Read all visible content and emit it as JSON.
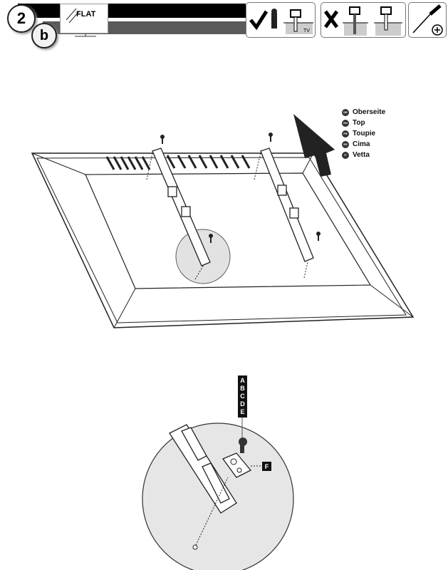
{
  "header": {
    "step_number": "2",
    "step_letter": "b",
    "tv_type_label": "FLAT",
    "correct_icon": "checkmark-icon",
    "wrong_icon": "cross-icon",
    "tv_label": "TV",
    "tool_icon": "phillips-screwdriver-icon"
  },
  "legend": {
    "items": [
      {
        "code": "DE",
        "label": "Oberseite"
      },
      {
        "code": "EN",
        "label": "Top"
      },
      {
        "code": "FR",
        "label": "Toupie"
      },
      {
        "code": "ES",
        "label": "Cima"
      },
      {
        "code": "IT",
        "label": "Vetta"
      }
    ]
  },
  "detail": {
    "screw_options": [
      "A",
      "B",
      "C",
      "D",
      "E"
    ],
    "washer_label": "F"
  }
}
